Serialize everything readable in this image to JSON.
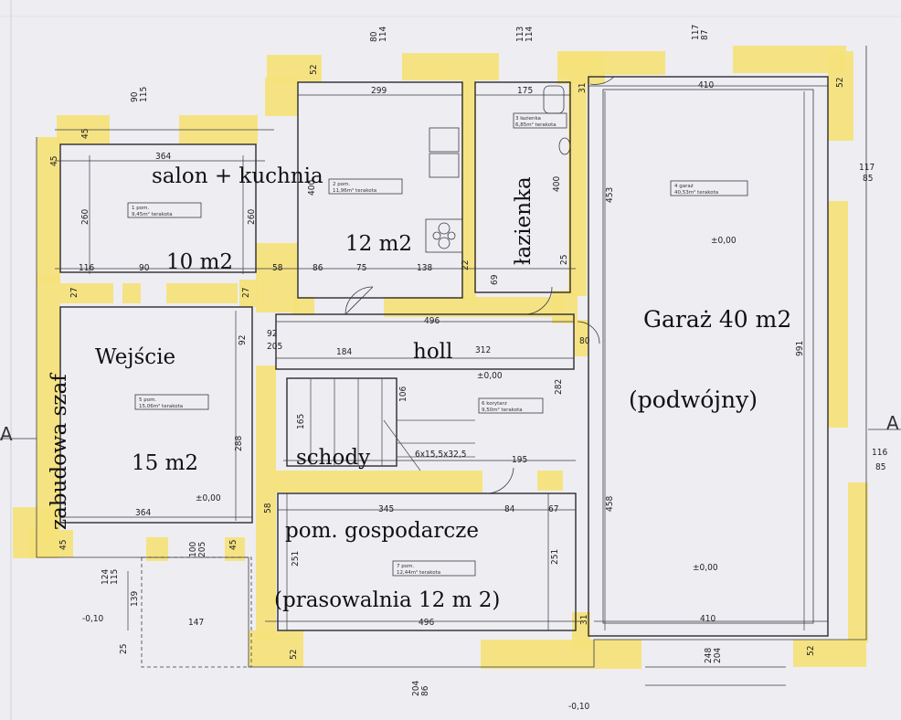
{
  "rooms": {
    "salon": {
      "name_line1": "salon +  kuchnia",
      "area": "10 m2"
    },
    "kuchnia": {
      "area": "12 m2"
    },
    "lazienka": {
      "name": "łazienka"
    },
    "garaz": {
      "name": "Garaż 40 m2",
      "note": "(podwójny)"
    },
    "wejscie": {
      "name": "Wejście",
      "area": "15 m2"
    },
    "zabudowa": {
      "name": "zabudowa szaf"
    },
    "holl": {
      "name": "holl"
    },
    "schody": {
      "name": "schody"
    },
    "gospodarcze": {
      "name": "pom. gospodarcze",
      "note": "(prasowalnia 12 m 2)"
    }
  },
  "dimensions": {
    "d_90": "90",
    "d_115": "115",
    "d_80": "80",
    "d_114": "114",
    "d_113": "113",
    "d_114b": "114",
    "d_117": "117",
    "d_87": "87",
    "d_52a": "52",
    "d_299": "299",
    "d_175": "175",
    "d_31a": "31",
    "d_410a": "410",
    "d_52b": "52",
    "d_364a": "364",
    "d_45a": "45",
    "d_45b": "45",
    "d_260a": "260",
    "d_260b": "260",
    "d_400a": "400",
    "d_400b": "400",
    "d_453": "453",
    "d_117b": "117",
    "d_85a": "85",
    "d_116": "116",
    "d_90b": "90",
    "d_58a": "58",
    "d_86": "86",
    "d_75": "75",
    "d_138": "138",
    "d_22": "22",
    "d_69": "69",
    "d_25": "25",
    "d_27a": "27",
    "d_27b": "27",
    "d_496a": "496",
    "d_92a": "92",
    "d_92b": "92",
    "d_205a": "205",
    "d_184": "184",
    "d_312": "312",
    "d_80b": "80",
    "d_991": "991",
    "d_106": "106",
    "d_282": "282",
    "d_165": "165",
    "d_288": "288",
    "d_195": "195",
    "d_345": "345",
    "d_84": "84",
    "d_67": "67",
    "d_458": "458",
    "d_116b": "116",
    "d_85b": "85",
    "d_364b": "364",
    "d_58b": "58",
    "d_251a": "251",
    "d_251b": "251",
    "d_410b": "410",
    "d_147": "147",
    "d_496b": "496",
    "d_31b": "31",
    "d_52c": "52",
    "d_52d": "52",
    "d_124": "124",
    "d_115b": "115",
    "d_139": "139",
    "d_100": "100",
    "d_205b": "205",
    "d_45c": "45",
    "d_248": "248",
    "d_204": "204",
    "d_204b": "204",
    "d_86b": "86",
    "d_25b": "25",
    "d_stairs": "6x15,5x32,5",
    "d_45d": "45"
  },
  "levels": {
    "lv_0a": "±0,00",
    "lv_0b": "±0,00",
    "lv_0c": "±0,00",
    "lv_0d": "±0,00",
    "lv_m10a": "-0,10",
    "lv_m10b": "-0,10"
  },
  "section_marks": {
    "left": "A",
    "right": "A"
  },
  "stamps": {
    "s1": "1   pom.",
    "s1b": "9,45m²  terakota",
    "s2": "2   pom.",
    "s2b": "11,96m²  terakota",
    "s3": "3   łazienka",
    "s3b": "6,85m²  terakota",
    "s4": "4   garaż",
    "s4b": "40,53m²  terakota",
    "s5": "5   pom.",
    "s5b": "15,06m²  terakota",
    "s6": "6   korytarz",
    "s6b": "9,50m²  terakota",
    "s7": "7   pom.",
    "s7b": "12,44m²  terakota"
  }
}
